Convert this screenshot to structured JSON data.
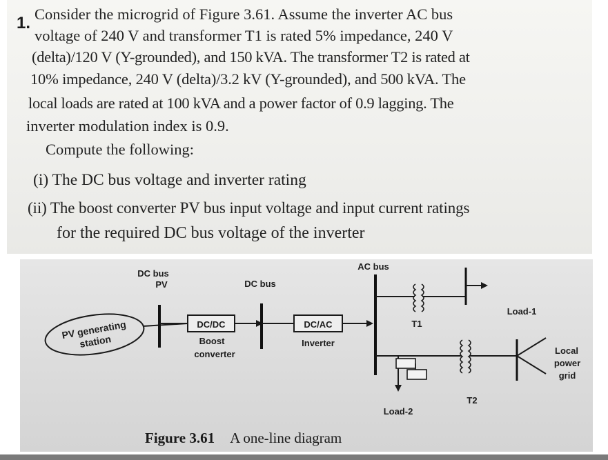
{
  "problem": {
    "number": "1.",
    "lines": [
      "Consider the microgrid of Figure 3.61. Assume the inverter AC bus",
      "voltage of 240 V and transformer T1 is rated 5% impedance, 240 V",
      "(delta)/120 V (Y-grounded), and 150 kVA. The transformer T2 is rated at",
      "10% impedance, 240 V (delta)/3.2 kV (Y-grounded), and 500 kVA. The",
      "local loads are rated at 100 kVA and a power factor of 0.9 lagging. The",
      "inverter modulation index is 0.9."
    ],
    "compute_intro": "Compute the following:",
    "items": [
      "(i) The DC bus voltage and inverter rating",
      "(ii) The boost converter PV bus input voltage and input current ratings",
      "for the required DC bus voltage of the inverter"
    ]
  },
  "diagram": {
    "pv_station_line1": "PV generating",
    "pv_station_line2": "station",
    "dc_bus_pv_line1": "DC bus",
    "dc_bus_pv_line2": "PV",
    "dc_bus_label": "DC bus",
    "ac_bus_label": "AC bus",
    "dcdc_label": "DC/DC",
    "boost_line1": "Boost",
    "boost_line2": "converter",
    "dcac_label": "DC/AC",
    "inverter_label": "Inverter",
    "t1_label": "T1",
    "t2_label": "T2",
    "load1_label": "Load-1",
    "load2_label": "Load-2",
    "grid_line1": "Local",
    "grid_line2": "power",
    "grid_line3": "grid"
  },
  "caption": {
    "figure_number": "Figure 3.61",
    "text": "A one-line diagram"
  }
}
